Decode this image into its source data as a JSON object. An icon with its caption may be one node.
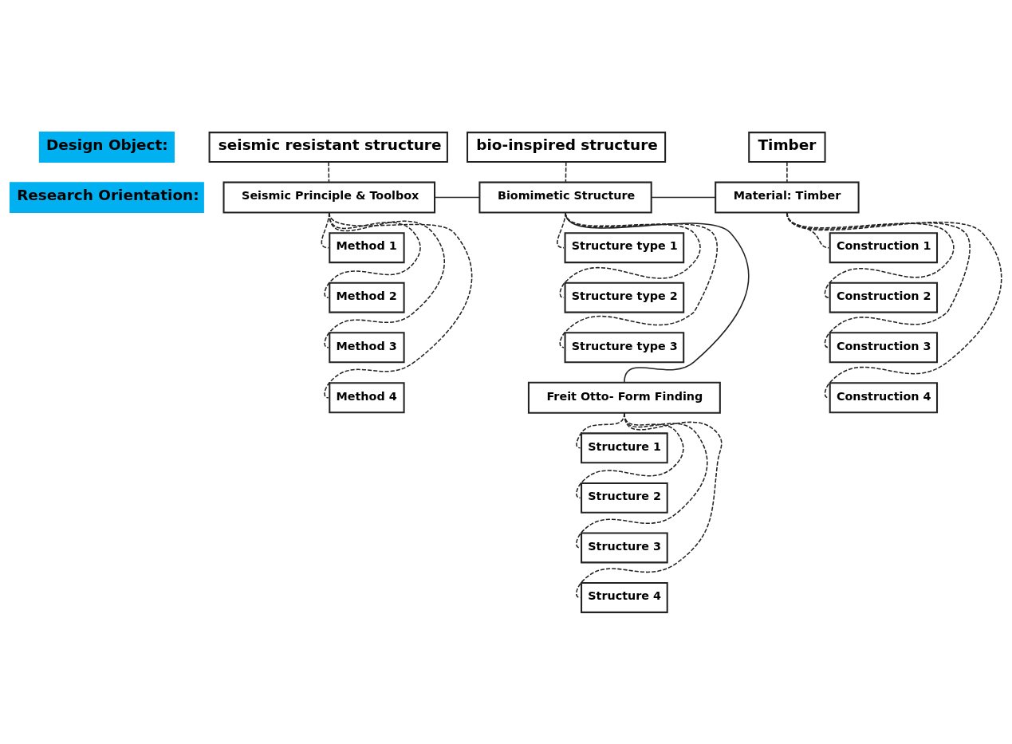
{
  "diagram": {
    "nodes": [
      {
        "text": [
          "Design Object:"
        ]
      },
      {
        "text": [
          "seismic resistant structure"
        ]
      },
      {
        "text": [
          "bio-inspired structure"
        ]
      },
      {
        "text": [
          "Timber"
        ]
      },
      {
        "text": [
          "Research Orientation:"
        ]
      },
      {
        "text": [
          "Seismic Principle & Toolbox"
        ]
      },
      {
        "text": [
          "Biomimetic Structure"
        ]
      },
      {
        "text": [
          "Material: Timber"
        ]
      },
      {
        "text": [
          "Method 1"
        ]
      },
      {
        "text": [
          "Method 2"
        ]
      },
      {
        "text": [
          "Method 3"
        ]
      },
      {
        "text": [
          "Method 4"
        ]
      },
      {
        "text": [
          "Structure type 1"
        ]
      },
      {
        "text": [
          "Structure type 2"
        ]
      },
      {
        "text": [
          "Structure type 3"
        ]
      },
      {
        "text": [
          "Freit Otto- Form Finding"
        ]
      },
      {
        "text": [
          "Structure 1"
        ]
      },
      {
        "text": [
          "Structure 2"
        ]
      },
      {
        "text": [
          "Structure 3"
        ]
      },
      {
        "text": [
          "Structure 4"
        ]
      },
      {
        "text": [
          "Construction 1"
        ]
      },
      {
        "text": [
          "Construction 2"
        ]
      },
      {
        "text": [
          "Construction 3"
        ]
      },
      {
        "text": [
          "Construction 4"
        ]
      }
    ],
    "edges": [
      {
        "from": 1,
        "to": 5,
        "arrow": "none",
        "style": "dashed"
      },
      {
        "from": 2,
        "to": 6,
        "arrow": "none",
        "style": "dashed"
      },
      {
        "from": 3,
        "to": 7,
        "arrow": "none",
        "style": "dashed"
      },
      {
        "from": 5,
        "to": 6,
        "arrow": "none"
      },
      {
        "from": 6,
        "to": 7,
        "arrow": "none"
      },
      {
        "from": 5,
        "to": 8,
        "arrow": "none",
        "style": "dashed"
      },
      {
        "from": 5,
        "to": 9,
        "arrow": "none",
        "style": "dashed"
      },
      {
        "from": 5,
        "to": 10,
        "arrow": "none",
        "style": "dashed"
      },
      {
        "from": 5,
        "to": 11,
        "arrow": "none",
        "style": "dashed"
      },
      {
        "from": 6,
        "to": 12,
        "arrow": "none",
        "style": "dashed"
      },
      {
        "from": 6,
        "to": 13,
        "arrow": "none",
        "style": "dashed"
      },
      {
        "from": 6,
        "to": 14,
        "arrow": "none",
        "style": "dashed"
      },
      {
        "from": 6,
        "to": 15,
        "arrow": "none"
      },
      {
        "from": 15,
        "to": 16,
        "arrow": "none",
        "style": "dashed"
      },
      {
        "from": 15,
        "to": 17,
        "arrow": "none",
        "style": "dashed"
      },
      {
        "from": 15,
        "to": 18,
        "arrow": "none",
        "style": "dashed"
      },
      {
        "from": 15,
        "to": 19,
        "arrow": "none",
        "style": "dashed"
      },
      {
        "from": 7,
        "to": 20,
        "arrow": "none",
        "style": "dashed"
      },
      {
        "from": 7,
        "to": 21,
        "arrow": "none",
        "style": "dashed"
      },
      {
        "from": 7,
        "to": 22,
        "arrow": "none",
        "style": "dashed"
      },
      {
        "from": 7,
        "to": 23,
        "arrow": "none",
        "style": "dashed"
      }
    ]
  }
}
